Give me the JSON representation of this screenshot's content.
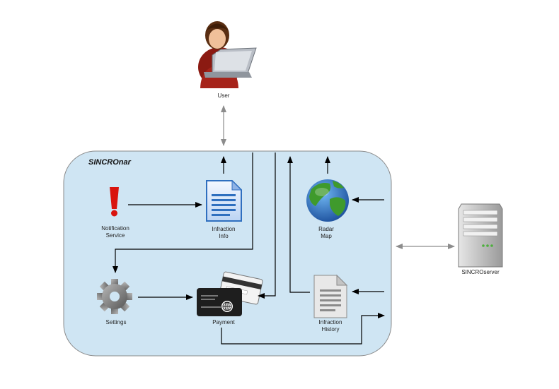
{
  "container": {
    "title": "SINCROnar",
    "fill": "#cfe5f3",
    "stroke": "#8a8a8a"
  },
  "nodes": {
    "user": {
      "label": "User"
    },
    "notification": {
      "line1": "Notification",
      "line2": "Service"
    },
    "infraction_info": {
      "line1": "Infraction",
      "line2": "Info"
    },
    "radar_map": {
      "line1": "Radar",
      "line2": "Map"
    },
    "settings": {
      "label": "Settings"
    },
    "payment": {
      "label": "Payment"
    },
    "infraction_history": {
      "line1": "Infraction",
      "line2": "History"
    },
    "server": {
      "label": "SINCROserver"
    }
  },
  "colors": {
    "arrow": "#000000",
    "bidirectional_arrow": "#8c8c8c",
    "alert": "#d9140e"
  }
}
